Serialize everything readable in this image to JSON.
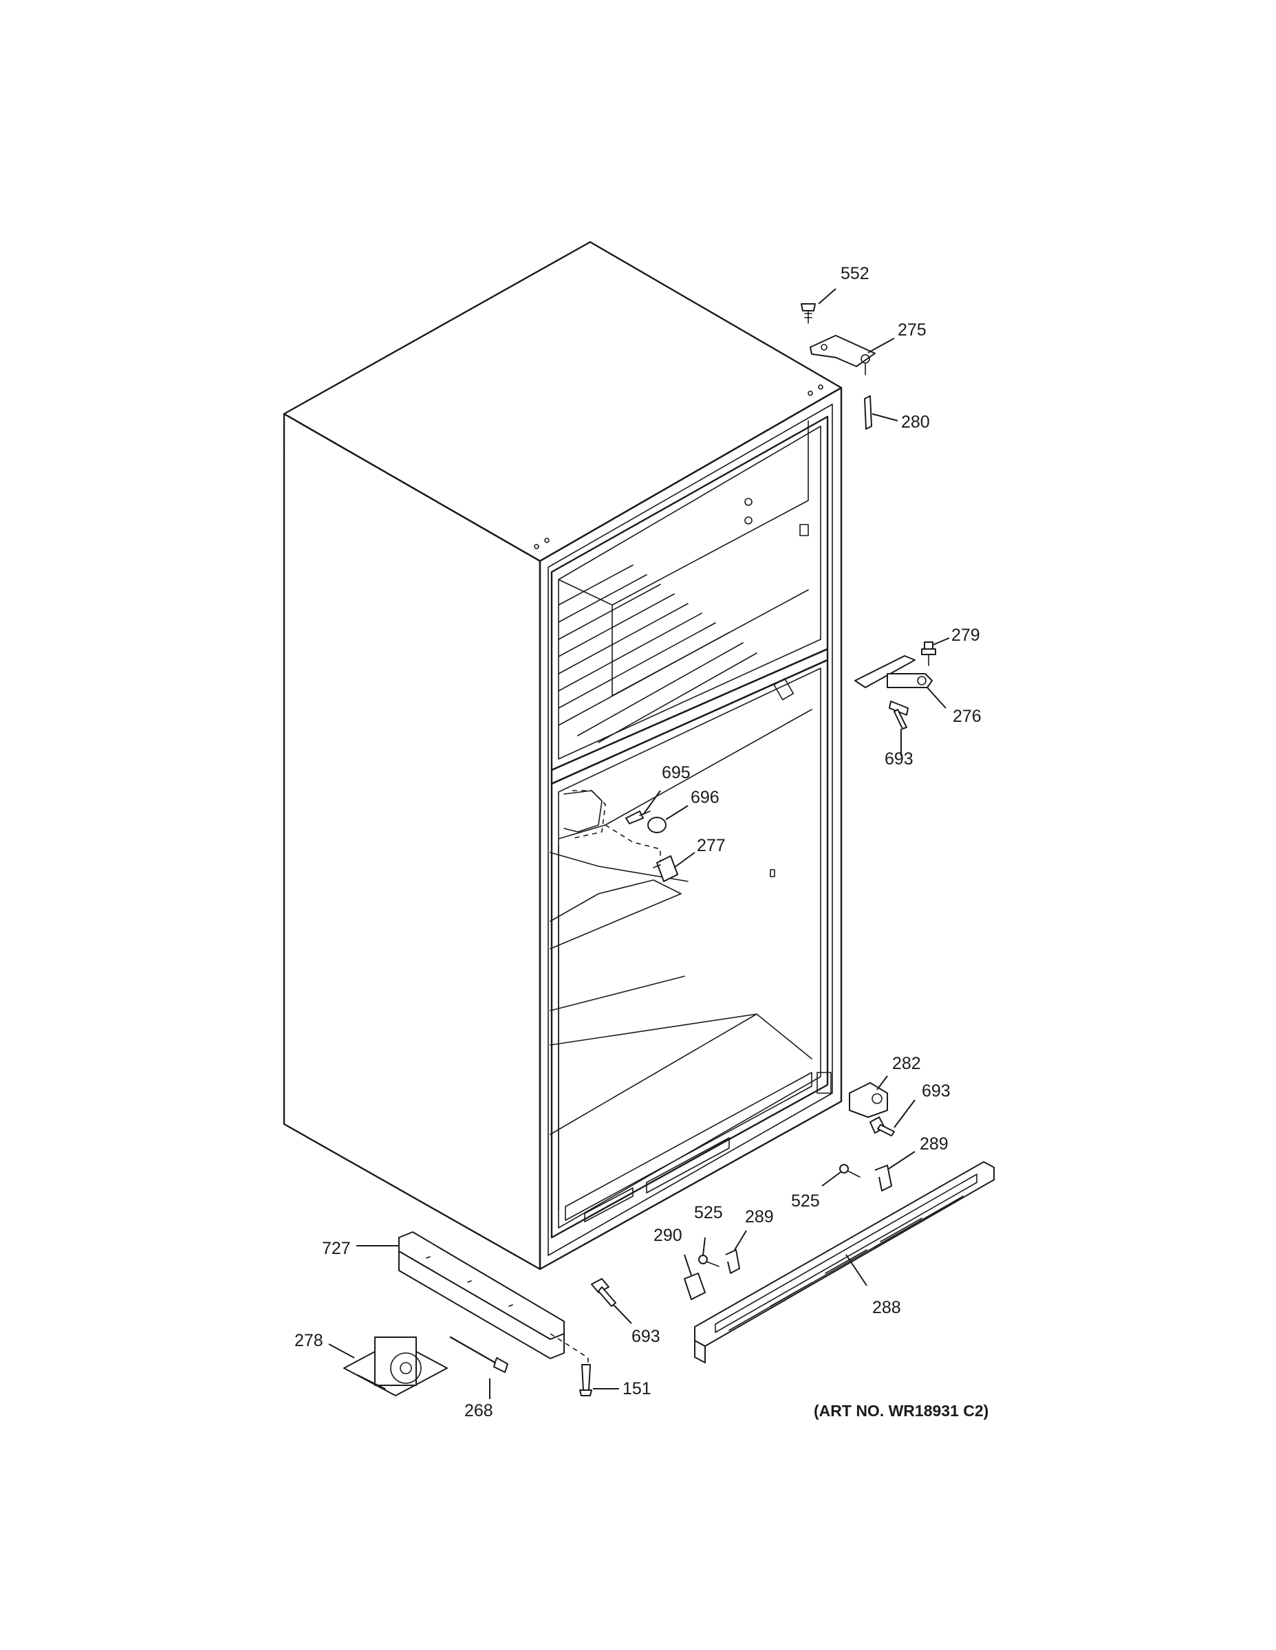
{
  "art_number": "(ART NO. WR18931 C2)",
  "callouts": [
    {
      "id": "552",
      "text": "552"
    },
    {
      "id": "275",
      "text": "275"
    },
    {
      "id": "280",
      "text": "280"
    },
    {
      "id": "279",
      "text": "279"
    },
    {
      "id": "276",
      "text": "276"
    },
    {
      "id": "693-a",
      "text": "693"
    },
    {
      "id": "695",
      "text": "695"
    },
    {
      "id": "696",
      "text": "696"
    },
    {
      "id": "277",
      "text": "277"
    },
    {
      "id": "282",
      "text": "282"
    },
    {
      "id": "693-b",
      "text": "693"
    },
    {
      "id": "289-a",
      "text": "289"
    },
    {
      "id": "525-a",
      "text": "525"
    },
    {
      "id": "525-b",
      "text": "525"
    },
    {
      "id": "289-b",
      "text": "289"
    },
    {
      "id": "290",
      "text": "290"
    },
    {
      "id": "288",
      "text": "288"
    },
    {
      "id": "727",
      "text": "727"
    },
    {
      "id": "693-c",
      "text": "693"
    },
    {
      "id": "278",
      "text": "278"
    },
    {
      "id": "268",
      "text": "268"
    },
    {
      "id": "151",
      "text": "151"
    }
  ]
}
